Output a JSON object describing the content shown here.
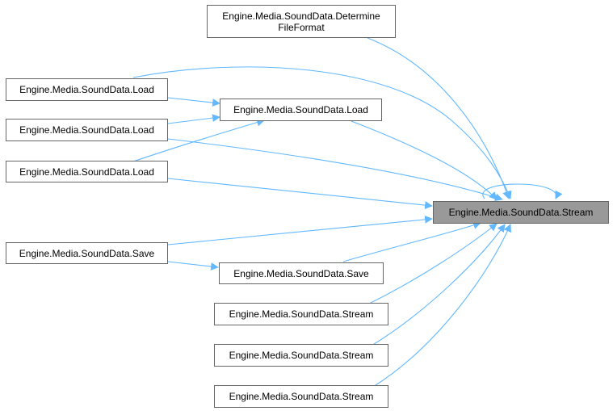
{
  "graph": {
    "type": "caller-graph",
    "edge_color": "#63b8ff",
    "target": {
      "label": "Engine.Media.SoundData.Stream"
    },
    "nodes": [
      {
        "id": "n_determine",
        "label": "Engine.Media.SoundData.Determine FileFormat",
        "line1": "Engine.Media.SoundData.Determine",
        "line2": "FileFormat"
      },
      {
        "id": "n_load_l1",
        "label": "Engine.Media.SoundData.Load"
      },
      {
        "id": "n_load_mid",
        "label": "Engine.Media.SoundData.Load"
      },
      {
        "id": "n_load_l2",
        "label": "Engine.Media.SoundData.Load"
      },
      {
        "id": "n_load_l3",
        "label": "Engine.Media.SoundData.Load"
      },
      {
        "id": "n_save_l",
        "label": "Engine.Media.SoundData.Save"
      },
      {
        "id": "n_save_mid",
        "label": "Engine.Media.SoundData.Save"
      },
      {
        "id": "n_stream_1",
        "label": "Engine.Media.SoundData.Stream"
      },
      {
        "id": "n_stream_2",
        "label": "Engine.Media.SoundData.Stream"
      },
      {
        "id": "n_stream_3",
        "label": "Engine.Media.SoundData.Stream"
      }
    ],
    "edges": [
      {
        "from": "n_determine",
        "to": "target"
      },
      {
        "from": "n_load_l1",
        "to": "target"
      },
      {
        "from": "n_load_l1",
        "to": "n_load_mid"
      },
      {
        "from": "n_load_l2",
        "to": "n_load_mid"
      },
      {
        "from": "n_load_l2",
        "to": "target"
      },
      {
        "from": "n_load_l3",
        "to": "n_load_mid"
      },
      {
        "from": "n_load_l3",
        "to": "target"
      },
      {
        "from": "n_load_mid",
        "to": "target"
      },
      {
        "from": "n_save_l",
        "to": "target"
      },
      {
        "from": "n_save_l",
        "to": "n_save_mid"
      },
      {
        "from": "n_save_mid",
        "to": "target"
      },
      {
        "from": "n_stream_1",
        "to": "target"
      },
      {
        "from": "n_stream_2",
        "to": "target"
      },
      {
        "from": "n_stream_3",
        "to": "target"
      },
      {
        "from": "target",
        "to": "target"
      }
    ]
  }
}
